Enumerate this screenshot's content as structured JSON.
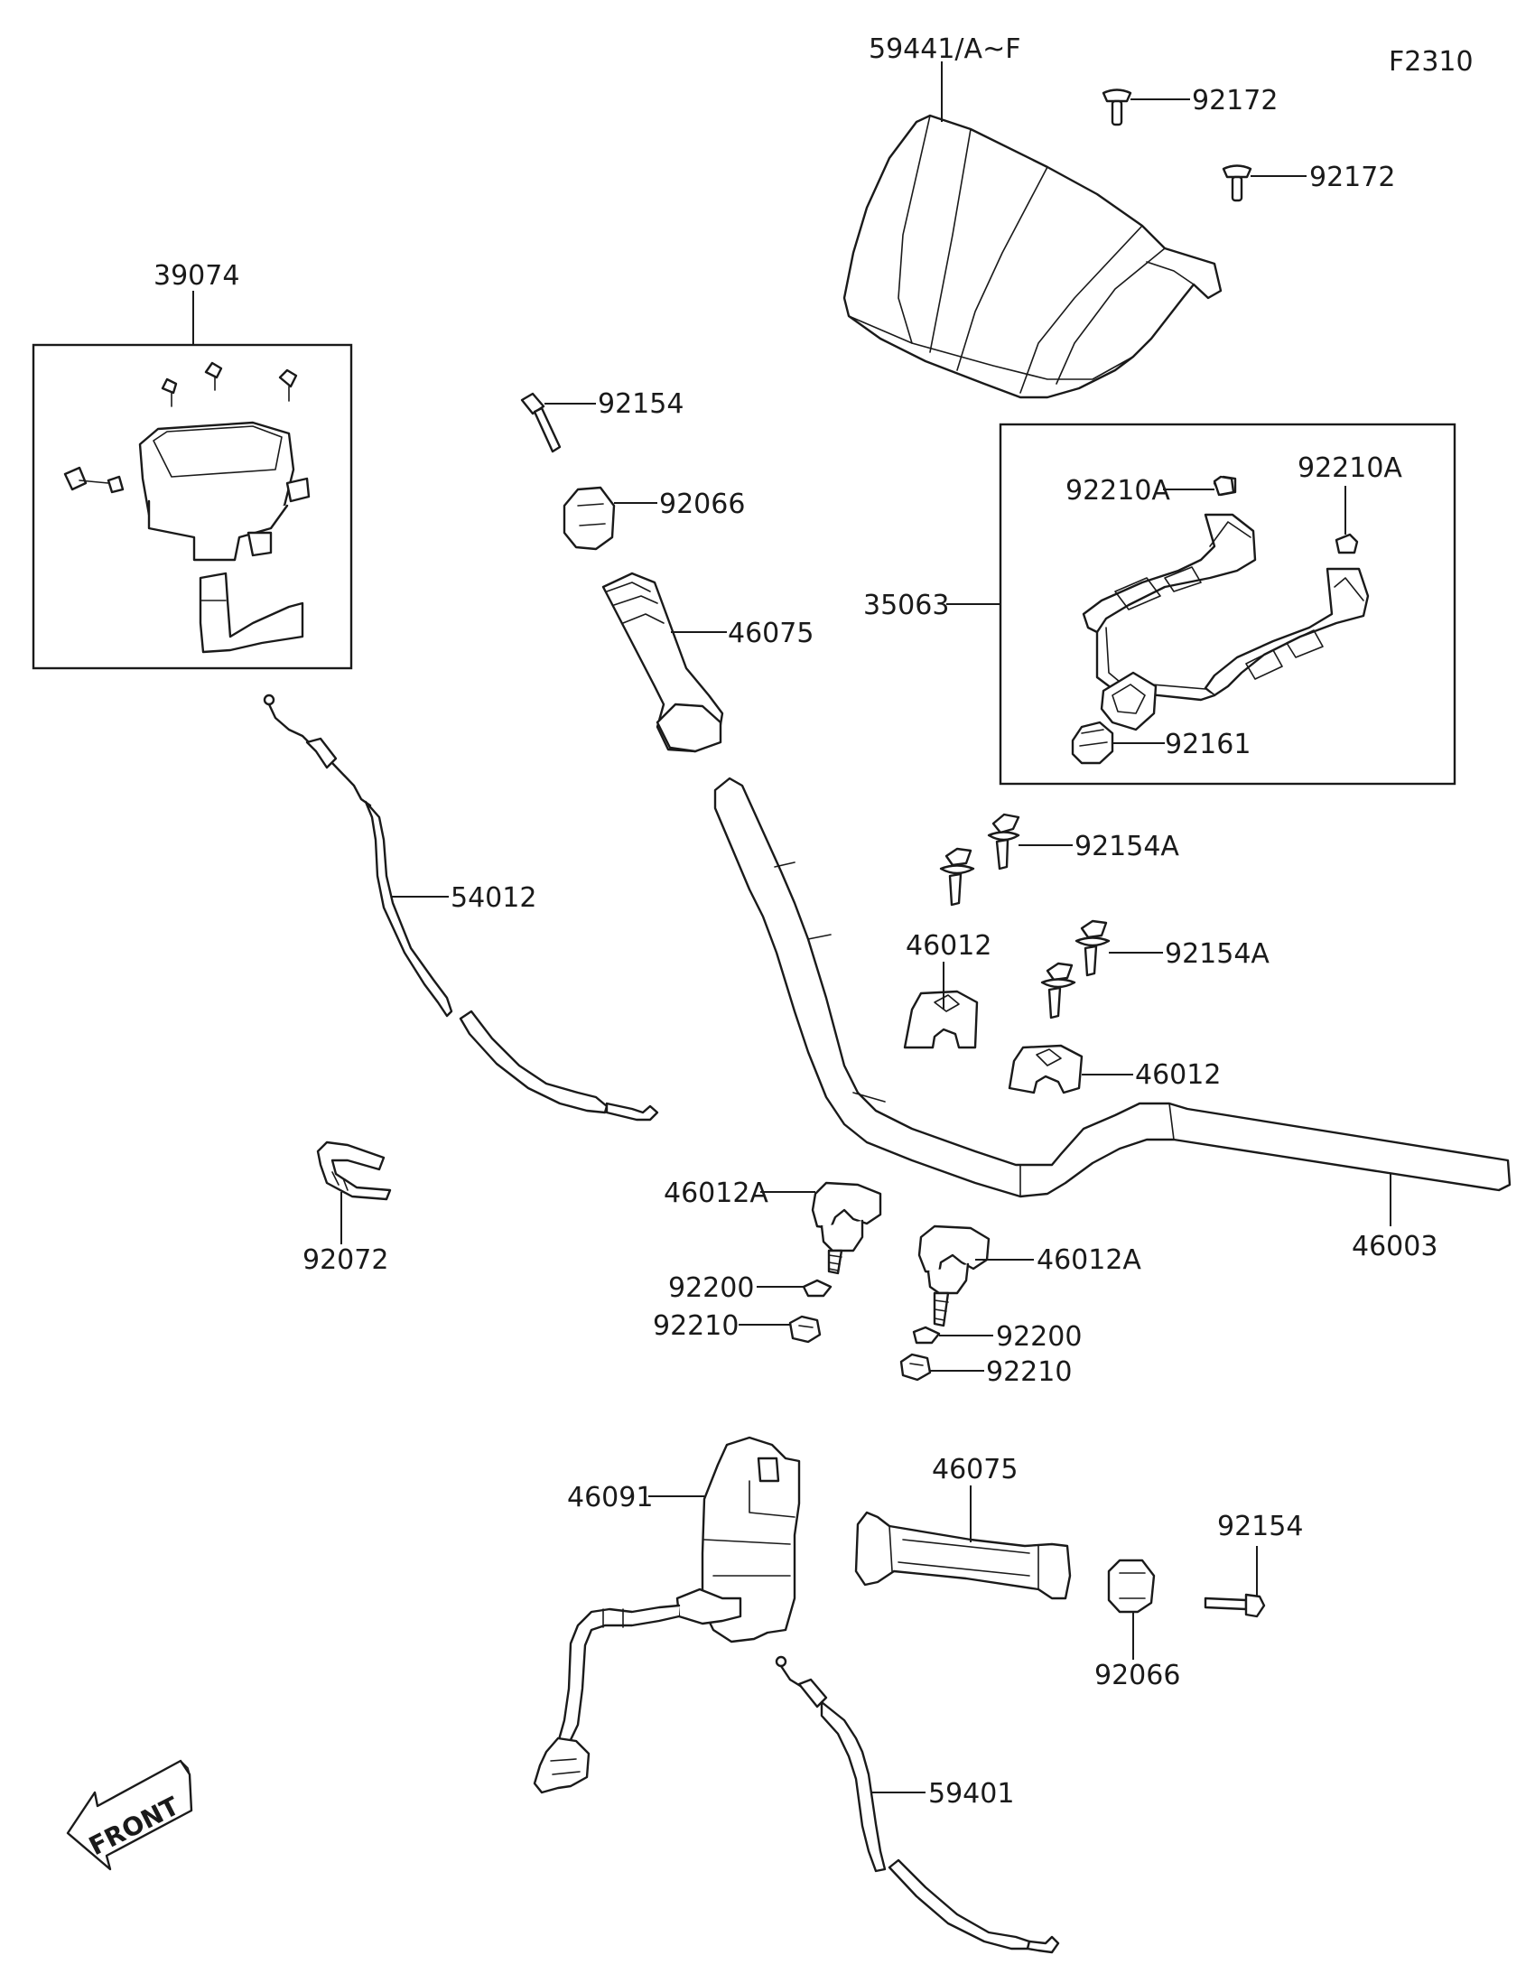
{
  "diagram_code": "F2310",
  "front_label": "FRONT",
  "callouts": {
    "c59441": "59441/A~F",
    "c92172a": "92172",
    "c92172b": "92172",
    "c39074": "39074",
    "c92154a": "92154",
    "c92066a": "92066",
    "c46075a": "46075",
    "c92210Aa": "92210A",
    "c92210Ab": "92210A",
    "c35063": "35063",
    "c92161": "92161",
    "c54012": "54012",
    "c92154Aa": "92154A",
    "c46012a": "46012",
    "c92154Ab": "92154A",
    "c46012b": "46012",
    "c92072": "92072",
    "c46012Aa": "46012A",
    "c46012Ab": "46012A",
    "c46003": "46003",
    "c92200a": "92200",
    "c92210a": "92210",
    "c92200b": "92200",
    "c92210b": "92210",
    "c46091": "46091",
    "c46075b": "46075",
    "c92154b": "92154",
    "c92066b": "92066",
    "c59401": "59401"
  }
}
